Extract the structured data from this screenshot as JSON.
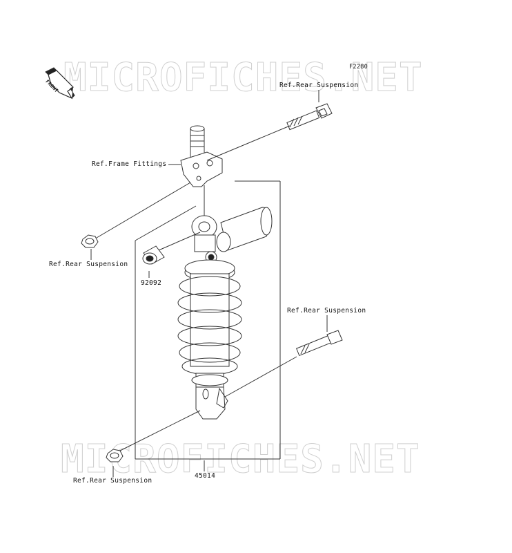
{
  "diagram": {
    "ref_code": "F2280",
    "watermark_top": "MICROFICHES.NET",
    "watermark_bottom": "MICROFICHES.NET",
    "front_badge": "FRONT",
    "labels": {
      "ref_rear_suspension_top": "Ref.Rear Suspension",
      "ref_frame_fittings": "Ref.Frame Fittings",
      "ref_rear_suspension_left": "Ref.Rear Suspension",
      "part_92092": "92092",
      "ref_rear_suspension_right": "Ref.Rear Suspension",
      "ref_rear_suspension_bottom": "Ref.Rear Suspension",
      "part_45014": "45014"
    }
  }
}
